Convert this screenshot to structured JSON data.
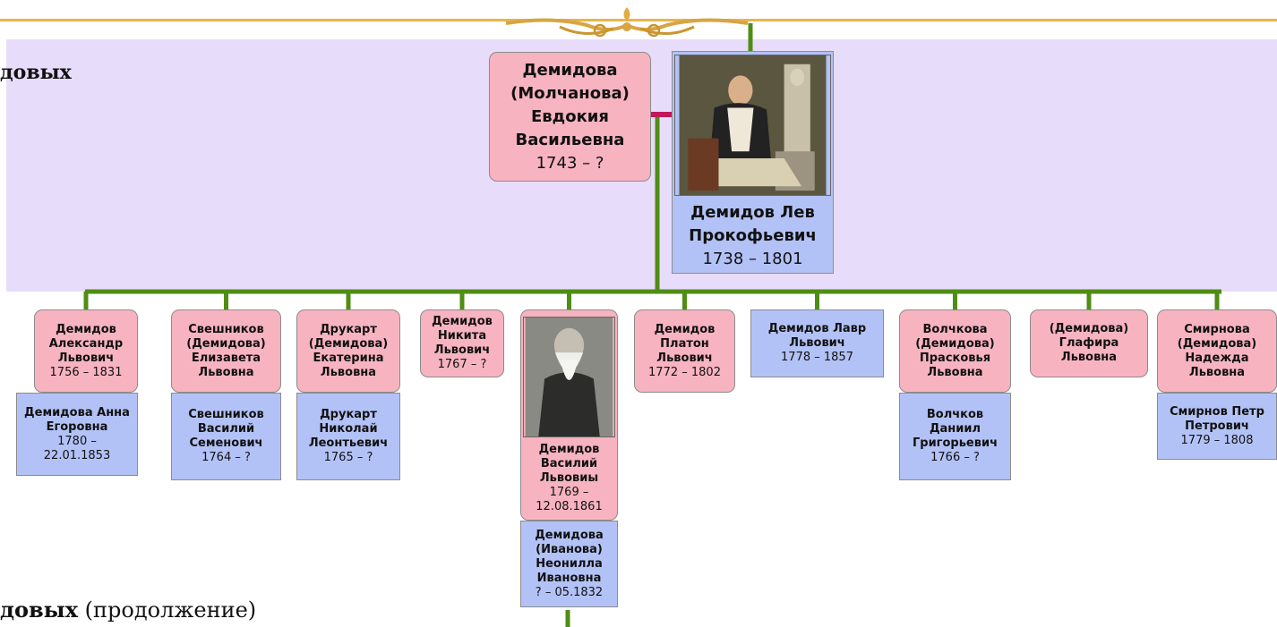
{
  "title": "довых",
  "subtitle": {
    "bold": "довых",
    "normal": " (продолжение)"
  },
  "colors": {
    "female": "#f7b3c0",
    "male": "#b3c2f6",
    "band": "#e8dcfb",
    "line": "#4f8d14",
    "marriage": "#c2185b"
  },
  "parents": {
    "wife": {
      "name": "Демидова\n(Молчанова)\nЕвдокия\nВасильевна",
      "dates": "1743 – ?"
    },
    "husband": {
      "name": "Демидов Лев\nПрокофьевич",
      "dates": "1738 – 1801",
      "photo": "portrait-seated-man-with-statue"
    }
  },
  "children": [
    {
      "name": "Демидов\nАлександр\nЛьвович",
      "dates": "1756 – 1831",
      "spouse": {
        "name": "Демидова Анна\nЕгоровна",
        "dates": "1780 –\n22.01.1853"
      }
    },
    {
      "name": "Свешников\n(Демидова)\nЕлизавета\nЛьвовна",
      "dates": "",
      "spouse": {
        "name": "Свешников\nВасилий\nСеменович",
        "dates": "1764 – ?"
      }
    },
    {
      "name": "Друкарт\n(Демидова)\nЕкатерина\nЛьвовна",
      "dates": "",
      "spouse": {
        "name": "Друкарт\nНиколай\nЛеонтьевич",
        "dates": "1765 – ?"
      }
    },
    {
      "name": "Демидов\nНикита\nЛьвович",
      "dates": "1767 – ?"
    },
    {
      "name": "Демидов\nВасилий\nЛьвовиы",
      "dates": "1769 –\n12.08.1861",
      "photo": "portrait-old-bearded-man",
      "spouse": {
        "name": "Демидова\n(Иванова)\nНеонилла\nИвановна",
        "dates": "? – 05.1832"
      }
    },
    {
      "name": "Демидов\nПлатон\nЛьвович",
      "dates": "1772 – 1802"
    },
    {
      "name": "Демидов Лавр\nЛьвович",
      "dates": "1778 – 1857"
    },
    {
      "name": "Волчкова\n(Демидова)\nПрасковья\nЛьвовна",
      "dates": "",
      "spouse": {
        "name": "Волчков\nДаниил\nГригорьевич",
        "dates": "1766 – ?"
      }
    },
    {
      "name": "(Демидова)\nГлафира\nЛьвовна",
      "dates": ""
    },
    {
      "name": "Смирнова\n(Демидова)\nНадежда\nЛьвовна",
      "dates": "",
      "spouse": {
        "name": "Смирнов Петр\nПетрович",
        "dates": "1779 – 1808"
      }
    }
  ]
}
